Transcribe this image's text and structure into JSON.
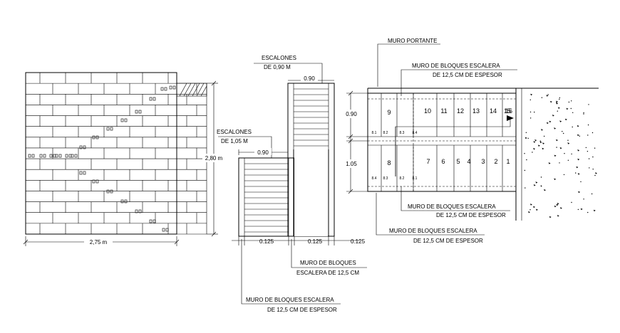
{
  "elevation": {
    "width_label": "2,75 m",
    "height_label": "2,80 m"
  },
  "section": {
    "escalones_top": [
      "ESCALONES",
      "DE 0,90 M"
    ],
    "escalones_mid": [
      "ESCALONES",
      "DE 1,05 M"
    ],
    "dim_top": "0.90",
    "dim_mid": "0.90",
    "wall_dims": [
      "0.125",
      "0.125",
      "0.125"
    ],
    "muro_bloques": [
      "MURO DE BLOQUES",
      "ESCALERA DE 12,5 CM"
    ],
    "muro_bloques_espesor": [
      "MURO DE BLOQUES ESCALERA",
      "DE 12,5 CM DE ESPESOR"
    ]
  },
  "plan": {
    "muro_portante": "MURO PORTANTE",
    "muro_top": [
      "MURO DE BLOQUES ESCALERA",
      "DE 12,5 CM DE ESPESOR"
    ],
    "muro_mid": [
      "MURO DE BLOQUES ESCALERA",
      "DE 12,5 CM DE ESPESOR"
    ],
    "muro_bottom": [
      "MURO DE BLOQUES ESCALERA",
      "DE 12,5 CM DE ESPESOR"
    ],
    "dim_upper": "0.90",
    "dim_lower": "1.05",
    "steps_top": [
      "9",
      "10",
      "11",
      "12",
      "13",
      "14",
      "15",
      "16"
    ],
    "steps_bottom": [
      "8",
      "7",
      "6",
      "5",
      "4",
      "3",
      "2",
      "1"
    ],
    "small_top": [
      "8.1",
      "8.2",
      "8.3",
      "8.4"
    ],
    "small_bottom": [
      "8.4",
      "8.3",
      "8.2",
      "8.1"
    ]
  }
}
